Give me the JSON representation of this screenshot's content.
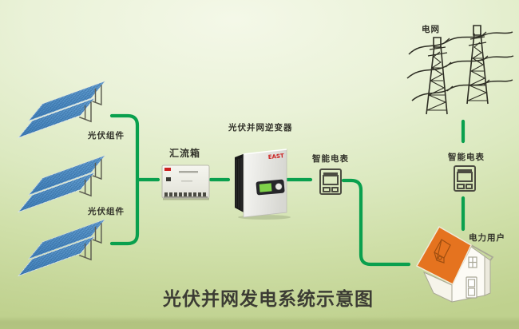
{
  "diagram": {
    "title": "光伏并网发电系统示意图",
    "labels": {
      "pv_array_top": "光伏组件",
      "pv_array_middle": "光伏组件",
      "combiner_box": "汇流箱",
      "inverter": "光伏并网逆变器",
      "smart_meter_left": "智能电表",
      "grid": "电网",
      "smart_meter_right": "智能电表",
      "power_user": "电力用户"
    },
    "devices": {
      "inverter_brand": "EAST"
    },
    "colors": {
      "background_top": "#f3f7e7",
      "background_bottom": "#bfd18e",
      "connector_green": "#0aa04e",
      "panel_blue": "#4f8fc4",
      "panel_grid_blue": "#2c5f94",
      "roof_orange": "#e5731f",
      "logo_red": "#cc2222",
      "line_art_dark": "#2e2e24",
      "label_text": "#32322a"
    }
  }
}
